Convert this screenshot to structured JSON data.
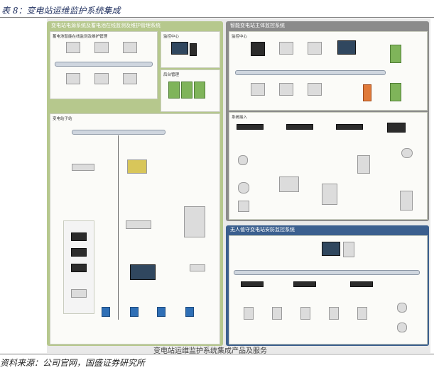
{
  "caption": "表 8：变电站运维监护系统集成",
  "source": "资料来源：公司官网，国盛证券研究所",
  "figure": {
    "title": "变电站运维监护系统集成产品及服务",
    "panels": {
      "left": {
        "title": "变电站电源系统及蓄电池在线监测及维护管理系统",
        "sub_top": "蓄电池智能在线监测及维护管理",
        "sub_top_right": "监控中心",
        "sub_mid_right": "后台管理",
        "sub_bottom": "变电站子站"
      },
      "right_top": {
        "title": "智能变电站主体监控系统",
        "sub_top": "监控中心",
        "sub_bottom": "系统接入"
      },
      "right_bottom": {
        "title": "无人值守变电站安防监控系统"
      }
    },
    "colors": {
      "left_panel": "#b6c88d",
      "right_top_panel": "#8b8b8b",
      "right_bottom_panel": "#3b5f8f"
    }
  }
}
